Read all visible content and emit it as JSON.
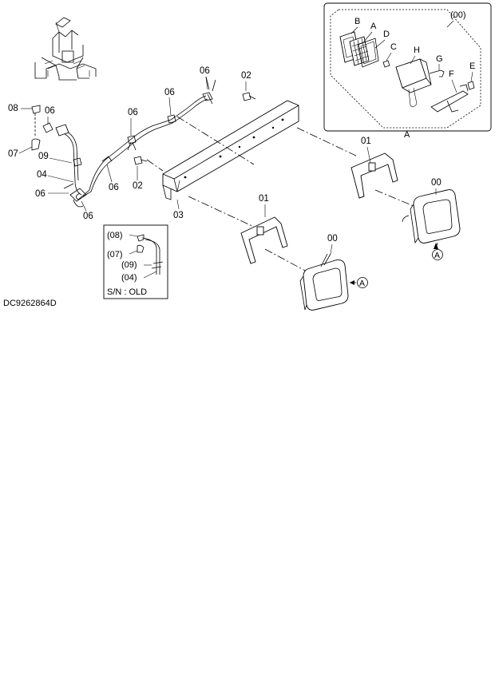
{
  "diagram_code": "DC9262864D",
  "callouts": {
    "c00_top": "(00)",
    "cB": "B",
    "cA": "A",
    "cD": "D",
    "cC": "C",
    "cH": "H",
    "cG": "G",
    "cF": "F",
    "cE": "E",
    "detail_a": "A",
    "c06_a": "06",
    "c06_b": "06",
    "c06_c": "06",
    "c06_d": "06",
    "c06_e": "06",
    "c06_f": "06",
    "c06_g": "06",
    "c08": "08",
    "c07": "07",
    "c09": "09",
    "c04": "04",
    "c02_a": "02",
    "c02_b": "02",
    "c03": "03",
    "c01_a": "01",
    "c01_b": "01",
    "c00_a": "00",
    "c00_b": "00",
    "circle_a1": "A",
    "circle_a2": "A"
  },
  "old_box": {
    "l08": "(08)",
    "l07": "(07)",
    "l09": "(09)",
    "l04": "(04)",
    "serial": "S/N : OLD"
  }
}
